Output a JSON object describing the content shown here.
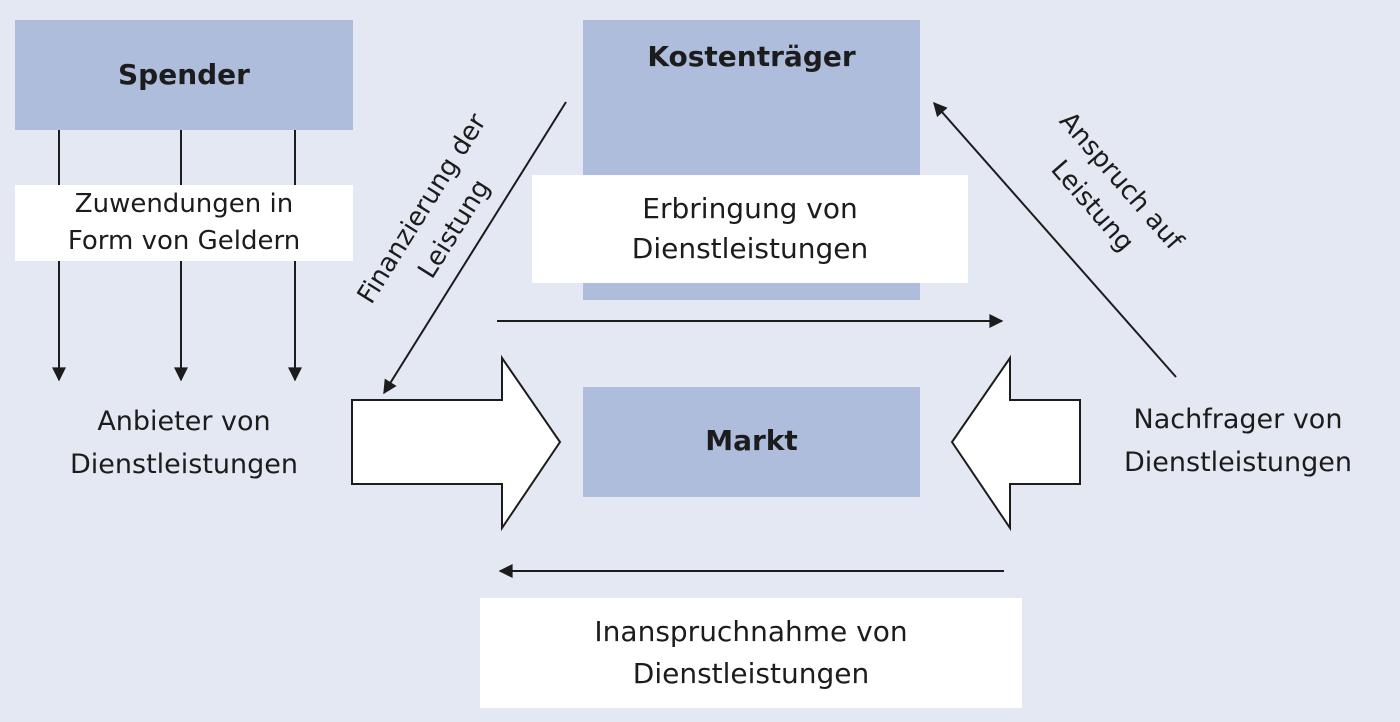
{
  "nodes": {
    "spender": "Spender",
    "kostentraeger": "Kostenträger",
    "markt": "Markt",
    "anbieter": [
      "Anbieter von",
      "Dienstleistungen"
    ],
    "nachfrager": [
      "Nachfrager von",
      "Dienstleistungen"
    ]
  },
  "labels": {
    "zuwendungen": [
      "Zuwendungen in",
      "Form von Geldern"
    ],
    "erbringung": [
      "Erbringung von",
      "Dienstleistungen"
    ],
    "inanspruchnahme": [
      "Inanspruchnahme von",
      "Dienstleistungen"
    ],
    "finanzierung": [
      "Finanzierung der",
      "Leistung"
    ],
    "anspruch": [
      "Anspruch auf",
      "Leistung"
    ]
  },
  "colors": {
    "background": "#e4e8f2",
    "box_fill": "#aebddc",
    "label_fill": "#ffffff",
    "stroke": "#1c1c1c"
  }
}
